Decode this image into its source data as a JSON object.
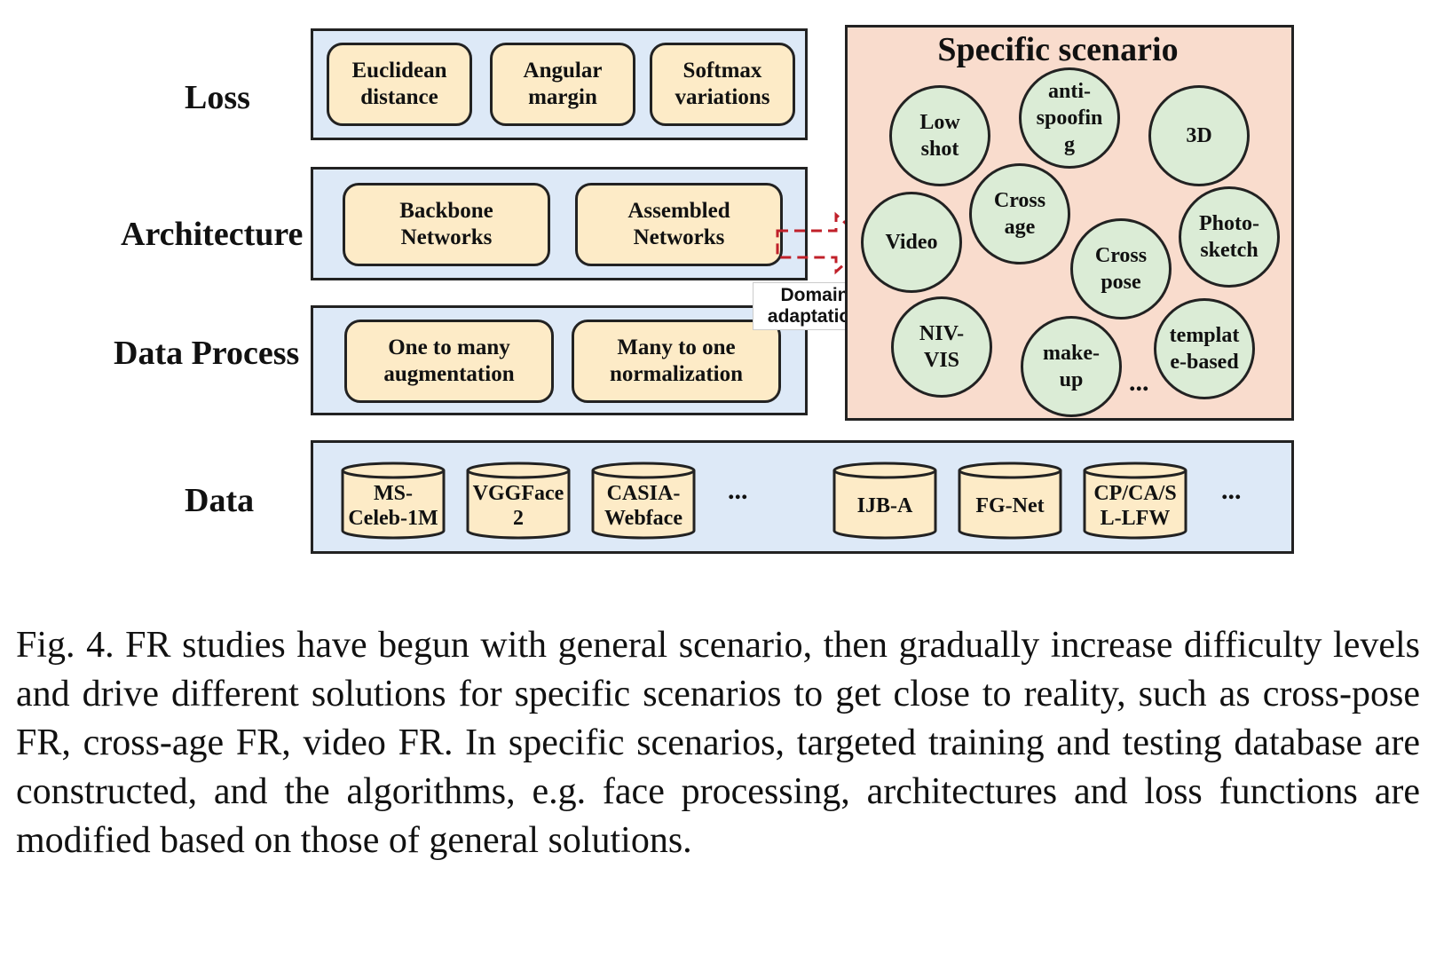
{
  "rows": {
    "loss": "Loss",
    "architecture": "Architecture",
    "data_process": "Data Process",
    "data": "Data"
  },
  "loss_boxes": [
    "Euclidean\ndistance",
    "Angular\nmargin",
    "Softmax\nvariations"
  ],
  "architecture_boxes": [
    "Backbone\nNetworks",
    "Assembled\nNetworks"
  ],
  "data_process_boxes": [
    "One to many\naugmentation",
    "Many to one\nnormalization"
  ],
  "datasets": [
    "MS-\nCeleb-1M",
    "VGGFace\n2",
    "CASIA-\nWebface",
    "IJB-A",
    "FG-Net",
    "CP/CA/S\nL-LFW"
  ],
  "ellipsis": "...",
  "domain_adaptation": "Domain\nadaptation",
  "specific_scenario": {
    "title": "Specific scenario",
    "items": [
      "Low\nshot",
      "anti-\nspoofin\ng",
      "3D",
      "Cross\nage",
      "Video",
      "Photo-\nsketch",
      "Cross\npose",
      "NIV-\nVIS",
      "make-\nup",
      "templat\ne-based"
    ],
    "more": "..."
  },
  "caption": "Fig. 4.   FR studies have begun with general scenario, then gradually increase difficulty levels and drive different solutions for specific scenarios to get close to reality, such as cross-pose FR, cross-age FR, video FR. In specific scenarios, targeted training and testing database are constructed, and the algorithms, e.g. face processing, architectures and loss functions are modified based on those of general solutions.",
  "colors": {
    "band_fill": "#dde9f7",
    "box_fill": "#fdebc7",
    "scenario_fill": "#f9dccd",
    "circle_fill": "#dbecd6",
    "arrow": "#c0202a"
  }
}
